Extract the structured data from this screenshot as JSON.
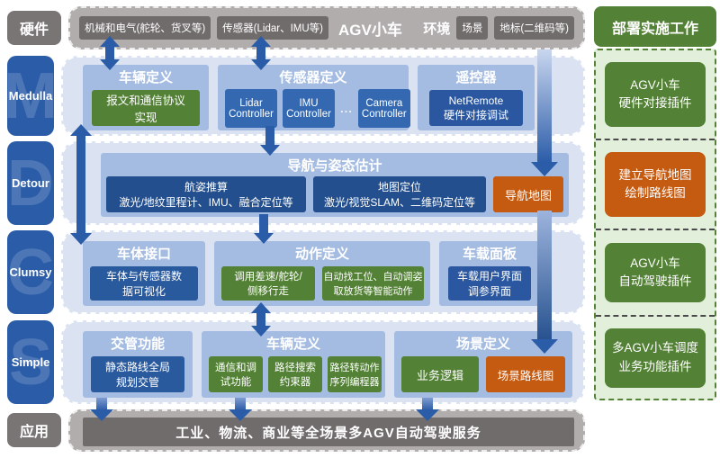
{
  "colors": {
    "row_blue_dark": "#2b5ca8",
    "row_bg": "#dbe3f3",
    "section_bg": "#a4bce2",
    "inner_blue": "#3468b0",
    "inner_blue_dark": "#234f8e",
    "green": "#538135",
    "green_light": "#e2efda",
    "orange": "#c55a11",
    "gray_dark": "#716c6c",
    "gray_mid": "#b2adad",
    "arrow": "#2b5ca8"
  },
  "hardware": {
    "label": "硬件",
    "mech": "机械和电气(舵轮、货叉等)",
    "sensor": "传感器(Lidar、IMU等)",
    "agv": "AGV小车",
    "env": "环境",
    "scene": "场景",
    "landmark": "地标(二维码等)"
  },
  "medulla": {
    "label": "Medulla",
    "letter": "M",
    "vehicle_def": {
      "title": "车辆定义",
      "box": "报文和通信协议\n实现"
    },
    "sensor_def": {
      "title": "传感器定义",
      "lidar": "Lidar\nController",
      "imu": "IMU\nController",
      "dots": "...",
      "camera": "Camera\nController"
    },
    "remote": {
      "title": "遥控器",
      "box": "NetRemote\n硬件对接调试"
    }
  },
  "detour": {
    "label": "Detour",
    "letter": "D",
    "nav": {
      "title": "导航与姿态估计",
      "dead_reckoning": "航姿推算\n激光/地纹里程计、IMU、融合定位等",
      "map_loc": "地图定位\n激光/视觉SLAM、二维码定位等",
      "nav_map": "导航地图"
    }
  },
  "clumsy": {
    "label": "Clumsy",
    "letter": "C",
    "body_if": {
      "title": "车体接口",
      "box": "车体与传感器数\n据可视化"
    },
    "action_def": {
      "title": "动作定义",
      "box1": "调用差速/舵轮/\n侧移行走",
      "box2": "自动找工位、自动调姿\n取放货等智能动作"
    },
    "panel": {
      "title": "车载面板",
      "box": "车载用户界面\n调参界面"
    }
  },
  "simple": {
    "label": "Simple",
    "letter": "S",
    "traffic": {
      "title": "交管功能",
      "box": "静态路线全局\n规划交管"
    },
    "vehicle_def": {
      "title": "车辆定义",
      "box1": "通信和调\n试功能",
      "box2": "路径搜索\n约束器",
      "box3": "路径转动作\n序列编程器"
    },
    "scene_def": {
      "title": "场景定义",
      "box1": "业务逻辑",
      "box2": "场景路线图"
    }
  },
  "application": {
    "label": "应用",
    "text": "工业、物流、商业等全场景多AGV自动驾驶服务"
  },
  "deploy": {
    "title": "部署实施工作",
    "items": [
      {
        "text": "AGV小车\n硬件对接插件",
        "color": "green"
      },
      {
        "text": "建立导航地图\n绘制路线图",
        "color": "orange"
      },
      {
        "text": "AGV小车\n自动驾驶插件",
        "color": "green"
      },
      {
        "text": "多AGV小车调度\n业务功能插件",
        "color": "green"
      }
    ]
  }
}
